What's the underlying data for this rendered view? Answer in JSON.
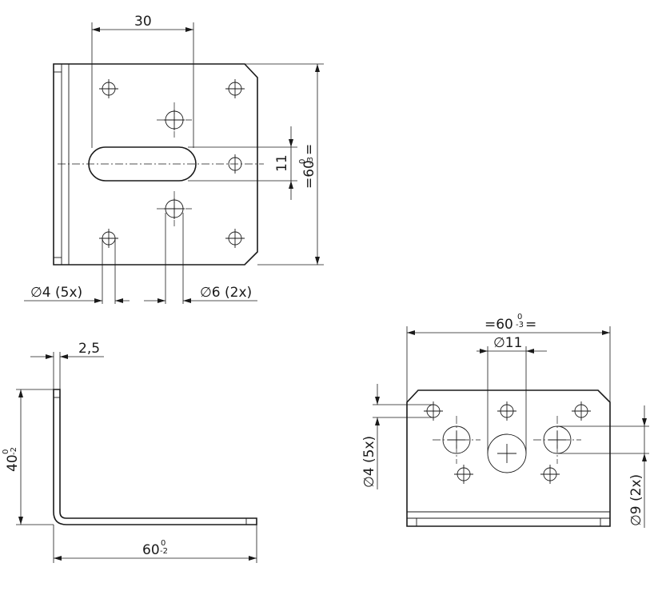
{
  "top_view": {
    "dim_width": "30",
    "dim_slot": "11",
    "dim_height": "=60",
    "dim_height_tol_upper": "0",
    "dim_height_tol_lower": "-3",
    "dim_height_suffix": "=",
    "hole_small": "∅4 (5x)",
    "hole_medium": "∅6 (2x)"
  },
  "side_view": {
    "dim_thickness": "2,5",
    "dim_height": "40",
    "dim_height_tol_upper": "0",
    "dim_height_tol_lower": "-2",
    "dim_length": "60",
    "dim_length_tol_upper": "0",
    "dim_length_tol_lower": "-2"
  },
  "front_view": {
    "dim_width_prefix": "=60",
    "dim_width_tol_upper": "0",
    "dim_width_tol_lower": "-3",
    "dim_width_suffix": "=",
    "dim_center_hole": "∅11",
    "hole_small": "∅4 (5x)",
    "hole_large": "∅9 (2x)"
  }
}
